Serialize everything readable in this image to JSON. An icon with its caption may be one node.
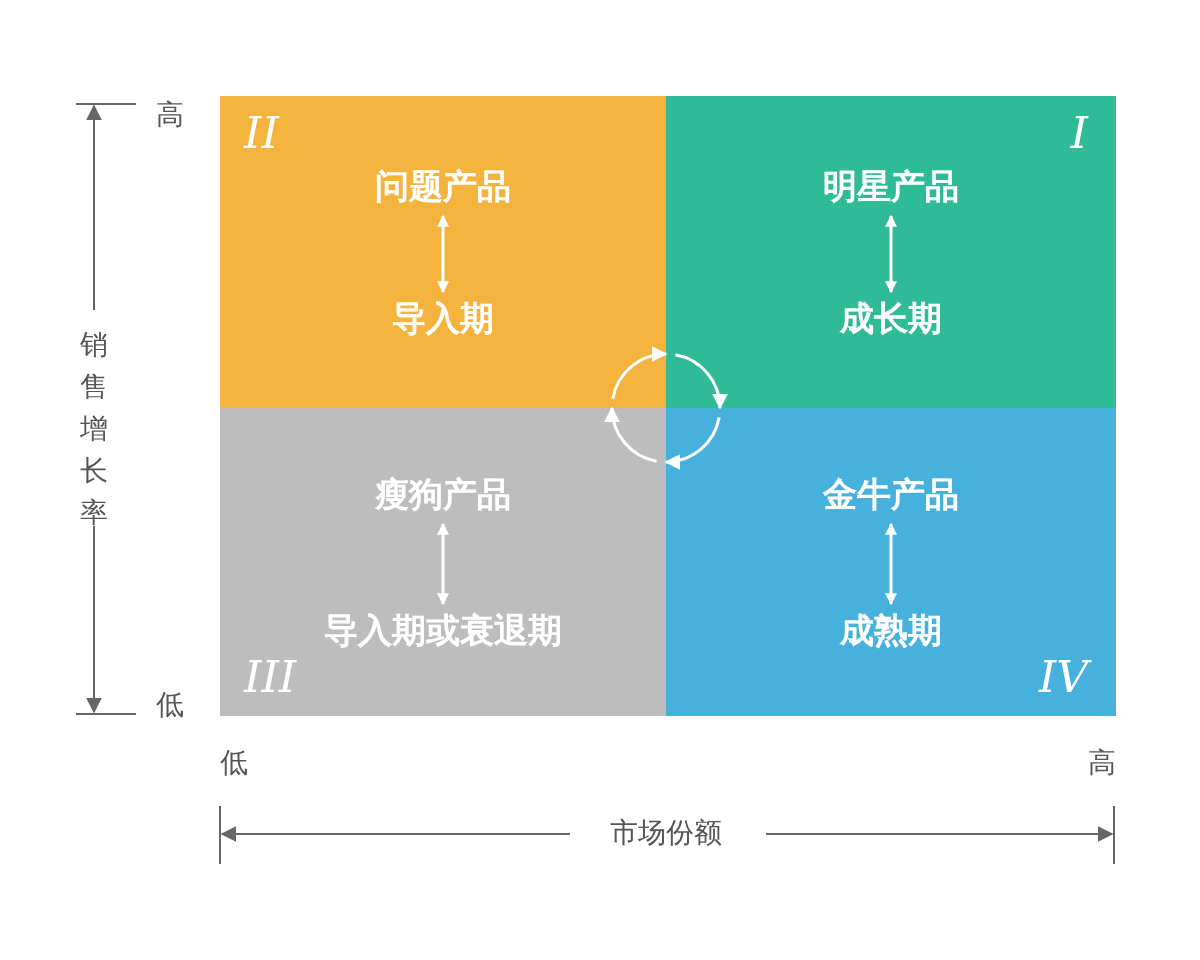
{
  "diagram": {
    "nodes": [
      {
        "text": [
          "II"
        ]
      },
      {
        "text": [
          "问题产品"
        ],
        "in": 0
      },
      {
        "text": [
          "导入期"
        ],
        "in": 0
      },
      {
        "text": [
          "I"
        ]
      },
      {
        "text": [
          "明星产品"
        ],
        "in": 3
      },
      {
        "text": [
          "成长期"
        ],
        "in": 3
      },
      {
        "text": [
          "III"
        ]
      },
      {
        "text": [
          "瘦狗产品"
        ],
        "in": 6
      },
      {
        "text": [
          "导入期或衰退期"
        ],
        "in": 6
      },
      {
        "text": [
          "IV"
        ]
      },
      {
        "text": [
          "金牛产品"
        ],
        "in": 9
      },
      {
        "text": [
          "成熟期"
        ],
        "in": 9
      }
    ],
    "edges": [
      {
        "from": 1,
        "to": 2,
        "arrow": "both"
      },
      {
        "from": 4,
        "to": 5,
        "arrow": "both"
      },
      {
        "from": 7,
        "to": 8,
        "arrow": "both"
      },
      {
        "from": 10,
        "to": 11,
        "arrow": "both"
      },
      {
        "from": 0,
        "to": 3,
        "arrow": "to"
      },
      {
        "from": 3,
        "to": 9,
        "arrow": "to"
      },
      {
        "from": 9,
        "to": 6,
        "arrow": "to"
      },
      {
        "from": 6,
        "to": 0,
        "arrow": "to"
      }
    ],
    "labels": [
      "高",
      "销售增长率",
      "低",
      "低",
      "高",
      "市场份额"
    ]
  }
}
